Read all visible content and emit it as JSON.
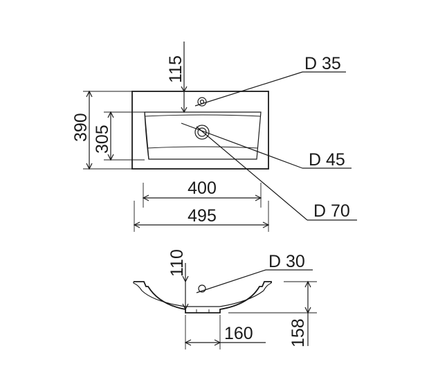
{
  "drawing": {
    "top_view": {
      "outer_width": "495",
      "inner_width": "400",
      "outer_depth": "390",
      "inner_depth": "305",
      "tap_offset": "115",
      "tap_hole": "D 35",
      "drain_hole": "D 45",
      "drain_outer": "D 70"
    },
    "side_view": {
      "tap_offset": "110",
      "hole": "D 30",
      "height": "158",
      "drain_offset": "160"
    }
  }
}
